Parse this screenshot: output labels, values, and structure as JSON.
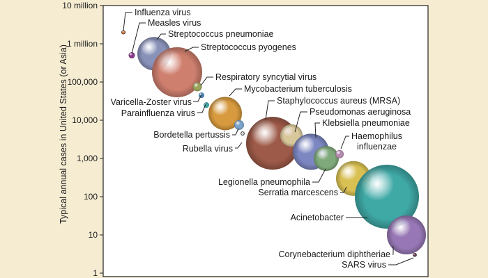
{
  "chart_data": {
    "type": "bubble",
    "title": "",
    "xlabel": "",
    "ylabel": "Typical annual cases in United States (or Asia)",
    "y_scale": "log",
    "ylim": [
      1,
      10000000
    ],
    "y_ticks": [
      "10 million",
      "1 million",
      "100,000",
      "10,000",
      "1,000",
      "100",
      "10",
      "1"
    ],
    "grid": false,
    "series": [
      {
        "label": "Influenza virus",
        "y": 2000000,
        "size": 0.8,
        "color": "#e07a3c"
      },
      {
        "label": "Measles virus",
        "y": 500000,
        "size": 1.5,
        "color": "#8a3a8a"
      },
      {
        "label": "Streptococcus pneumoniae",
        "y": 550000,
        "size": 7,
        "color": "#8891b8"
      },
      {
        "label": "Streptococcus pyogenes",
        "y": 180000,
        "size": 10,
        "color": "#cf7f6e"
      },
      {
        "label": "Respiratory syncytial virus",
        "y": 75000,
        "size": 2,
        "color": "#9aa35a"
      },
      {
        "label": "Mycobacterium tuberculosis",
        "y": 15000,
        "size": 7.5,
        "color": "#d79a3e"
      },
      {
        "label": "Varicella-Zoster virus",
        "y": 45000,
        "size": 1.2,
        "color": "#4d82b8"
      },
      {
        "label": "Parainfluenza virus",
        "y": 25000,
        "size": 1.2,
        "color": "#3aa8a8"
      },
      {
        "label": "Staphylococcus aureus (MRSA)",
        "y": 2500,
        "size": 11,
        "color": "#9e5a48"
      },
      {
        "label": "Bordetella pertussis",
        "y": 7500,
        "size": 2,
        "color": "#7aa3cc"
      },
      {
        "label": "Rubella virus",
        "y": 4500,
        "size": 0.6,
        "color": "#cccccc"
      },
      {
        "label": "Pseudomonas aeruginosa",
        "y": 4000,
        "size": 4.5,
        "color": "#d8c79a"
      },
      {
        "label": "Klebsiella pneumoniae",
        "y": 1500,
        "size": 8,
        "color": "#7c86c0"
      },
      {
        "label": "Legionella pneumophila",
        "y": 1000,
        "size": 5.5,
        "color": "#7fa97a"
      },
      {
        "label": "Haemophilus influenzae",
        "y": 1300,
        "size": 1.3,
        "color": "#b58cb0"
      },
      {
        "label": "Serratia marcescens",
        "y": 300,
        "size": 7,
        "color": "#d9c052"
      },
      {
        "label": "Acinetobacter",
        "y": 100,
        "size": 13,
        "color": "#3fa9a6"
      },
      {
        "label": "Corynebacterium diphtheriae",
        "y": 10,
        "size": 9,
        "color": "#9777b5"
      },
      {
        "label": "SARS virus",
        "y": 3,
        "size": 0.4,
        "color": "#6d3a55"
      }
    ]
  }
}
